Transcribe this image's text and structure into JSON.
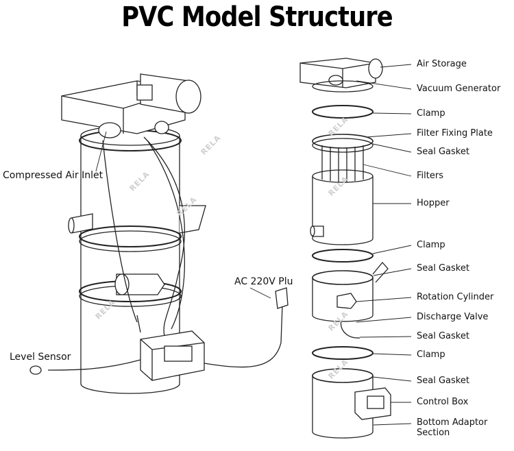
{
  "title": "PVC Model Structure",
  "left_labels": {
    "compressed_air_inlet": "Compressed Air Inlet",
    "ac_power": "AC 220V Plu",
    "level_sensor": "Level Sensor"
  },
  "right_labels": {
    "air_storage": "Air Storage",
    "vacuum_generator": "Vacuum Generator",
    "clamp_1": "Clamp",
    "filter_fixing_plate": "Filter Fixing Plate",
    "seal_gasket_1": "Seal Gasket",
    "filters": "Filters",
    "hopper": "Hopper",
    "clamp_2": "Clamp",
    "seal_gasket_2": "Seal Gasket",
    "rotation_cylinder": "Rotation Cylinder",
    "discharge_valve": "Discharge Valve",
    "seal_gasket_3": "Seal Gasket",
    "clamp_3": "Clamp",
    "seal_gasket_4": "Seal Gasket",
    "control_box": "Control Box",
    "bottom_adaptor_line1": "Bottom Adaptor",
    "bottom_adaptor_line2": "Section"
  },
  "watermark": "RELA"
}
